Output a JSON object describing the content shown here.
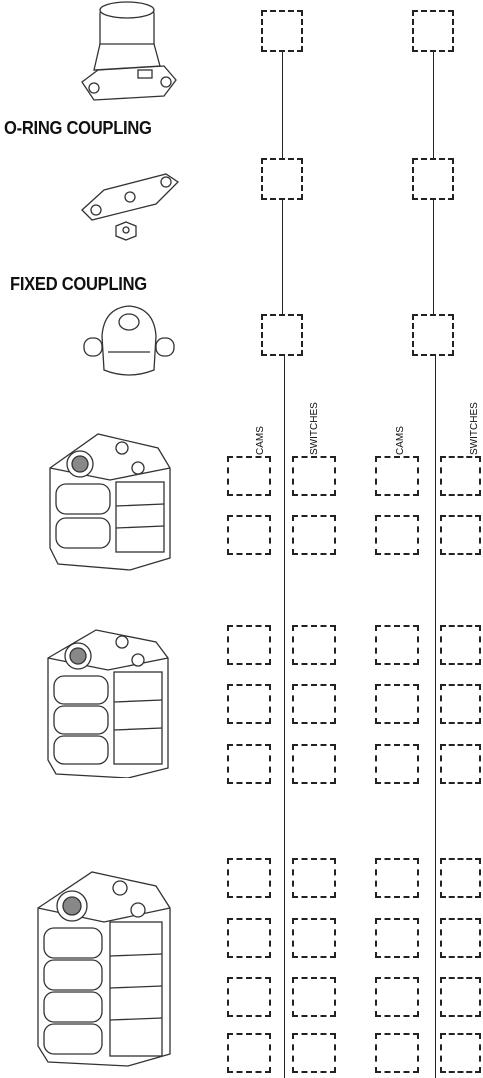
{
  "headings": {
    "o_ring": "O-RING COUPLING",
    "fixed": "FIXED COUPLING"
  },
  "column_labels": {
    "cams": "CAMS",
    "switches": "SWITCHES"
  },
  "colors": {
    "ink": "#222222",
    "drawing": "#333333"
  }
}
